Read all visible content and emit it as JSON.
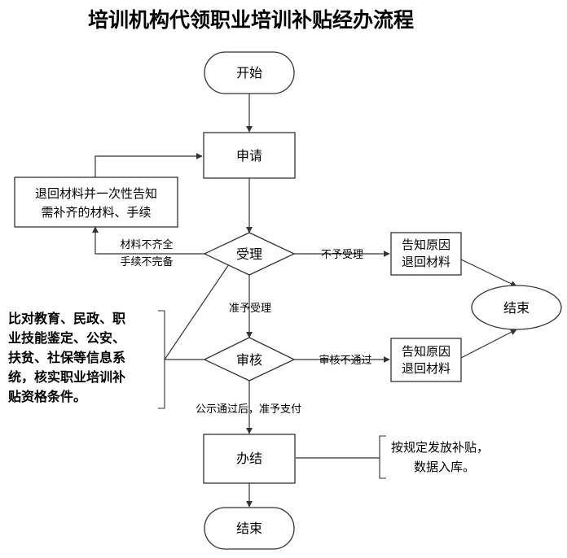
{
  "title": "培训机构代领职业培训补贴经办流程",
  "nodes": {
    "start": "开始",
    "apply": "申请",
    "return_box": [
      "退回材料并一次性告知",
      "需补齐的材料、手续"
    ],
    "accept": "受理",
    "notify1": [
      "告知原因",
      "退回材料"
    ],
    "review": "审核",
    "notify2": [
      "告知原因",
      "退回材料"
    ],
    "end_right": "结束",
    "complete": "办结",
    "end_bottom": "结束"
  },
  "edges": {
    "incomplete": [
      "材料不齐全",
      "手续不完备"
    ],
    "not_accepted": "不予受理",
    "accepted": "准予受理",
    "review_failed": "审核不通过",
    "publicize": "公示通过后，准予支付"
  },
  "notes": {
    "verify": [
      "比对教育、民政、职",
      "业技能鉴定、公安、",
      "扶贫、社保等信息系",
      "统，核实职业培训补",
      "贴资格条件。"
    ],
    "payout": [
      "按规定发放补贴，",
      "数据入库。"
    ]
  }
}
